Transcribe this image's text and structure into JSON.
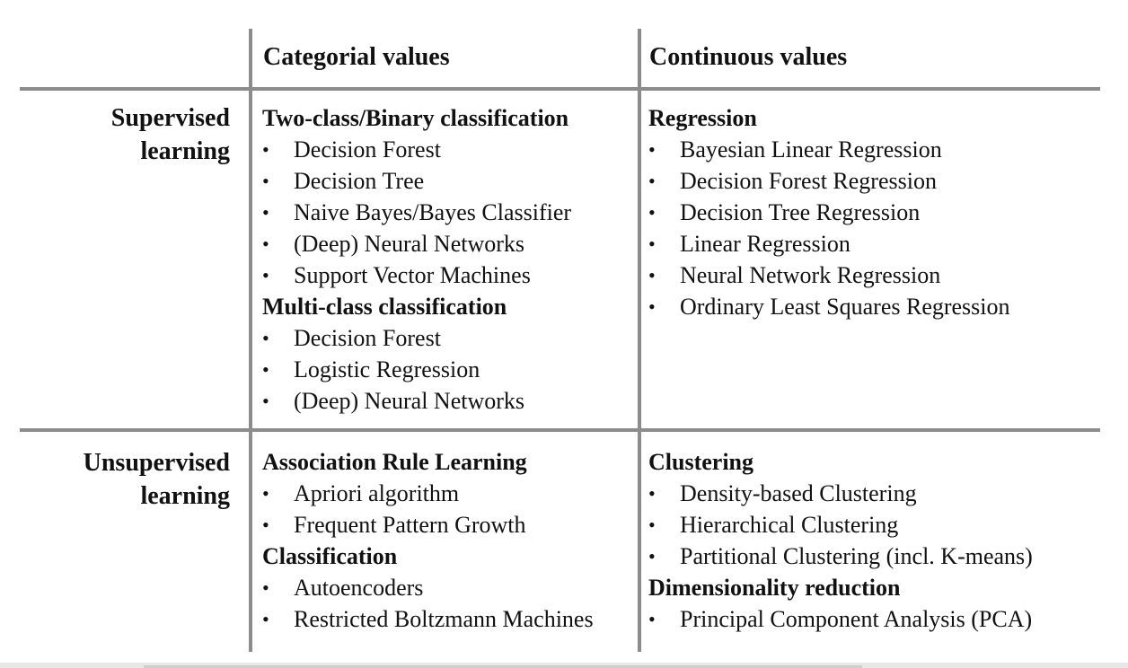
{
  "columns": [
    "Categorial values",
    "Continuous values"
  ],
  "rows": [
    {
      "header_lines": [
        "Supervised",
        "learning"
      ],
      "cells": [
        {
          "groups": [
            {
              "title": "Two-class/Binary classification",
              "items": [
                "Decision Forest",
                "Decision Tree",
                "Naive Bayes/Bayes Classifier",
                "(Deep) Neural Networks",
                "Support Vector Machines"
              ]
            },
            {
              "title": "Multi-class classification",
              "items": [
                "Decision Forest",
                "Logistic Regression",
                "(Deep) Neural Networks"
              ]
            }
          ]
        },
        {
          "groups": [
            {
              "title": "Regression",
              "items": [
                "Bayesian Linear Regression",
                "Decision Forest Regression",
                "Decision Tree Regression",
                "Linear Regression",
                "Neural Network Regression",
                "Ordinary Least Squares Regression"
              ]
            }
          ]
        }
      ]
    },
    {
      "header_lines": [
        "Unsupervised",
        "learning"
      ],
      "cells": [
        {
          "groups": [
            {
              "title": "Association Rule Learning",
              "items": [
                "Apriori algorithm",
                "Frequent Pattern Growth"
              ]
            },
            {
              "title": "Classification",
              "items": [
                "Autoencoders",
                "Restricted Boltzmann Machines"
              ]
            }
          ]
        },
        {
          "groups": [
            {
              "title": "Clustering",
              "items": [
                "Density-based Clustering",
                "Hierarchical Clustering",
                "Partitional Clustering (incl. K-means)"
              ]
            },
            {
              "title": "Dimensionality reduction",
              "items": [
                "Principal Component Analysis (PCA)"
              ]
            }
          ]
        }
      ]
    }
  ],
  "bullet_symbol": "•"
}
